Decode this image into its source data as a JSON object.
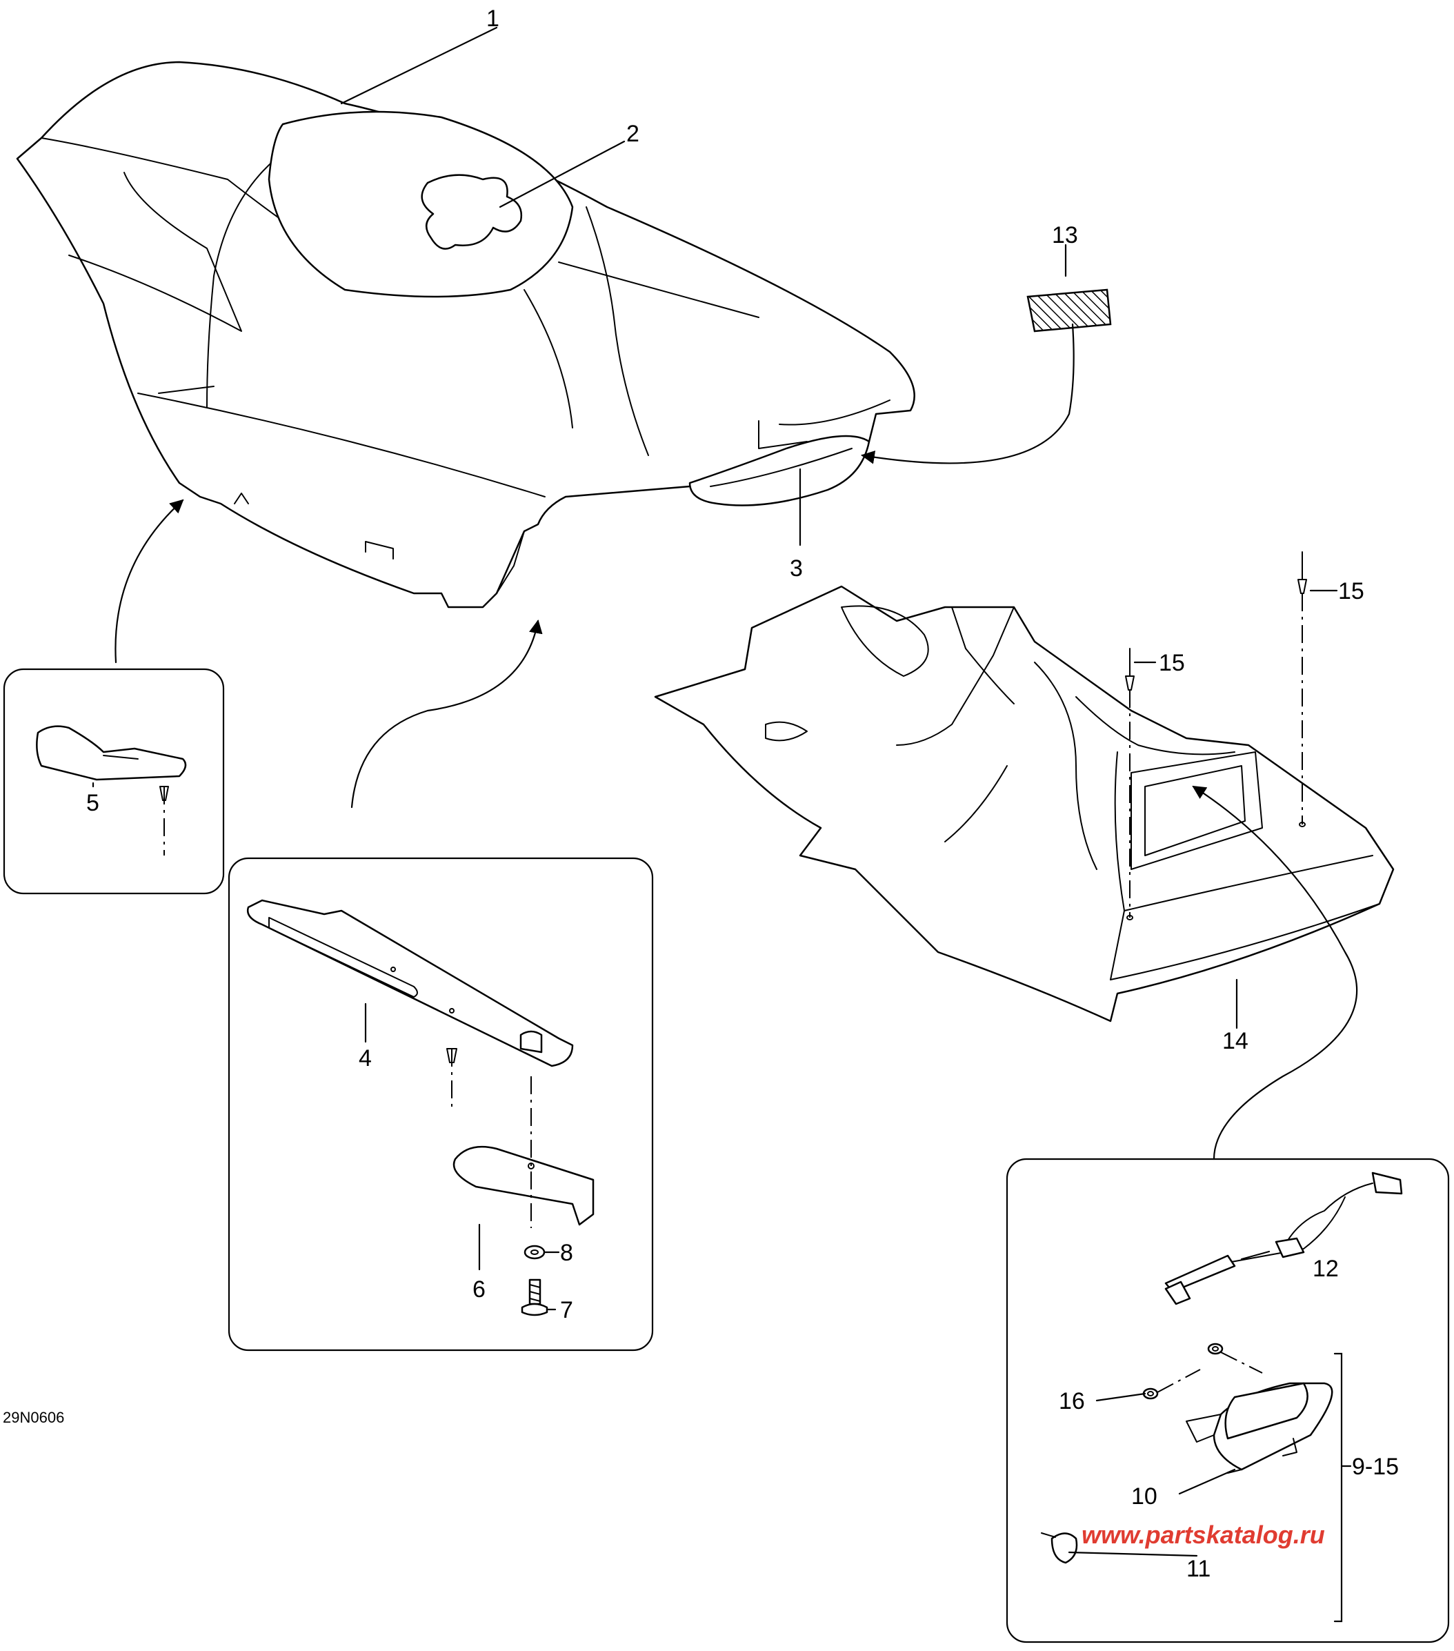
{
  "diagram_code": "29N0606",
  "watermark": {
    "text": "www.partskatalog.ru",
    "color": "#e03c31"
  },
  "callouts": {
    "seat": "1",
    "logo": "2",
    "tail_light_cover": "3",
    "support_bar": "4",
    "latch_plate": "5",
    "catch": "6",
    "screw": "7",
    "washer": "8",
    "tail_light_group": "9-15",
    "tail_light": "10",
    "bulb": "11",
    "wiring_harness": "12",
    "decal": "13",
    "seat_base": "14",
    "rivet_a": "15",
    "rivet_b": "15",
    "grommet": "16"
  }
}
